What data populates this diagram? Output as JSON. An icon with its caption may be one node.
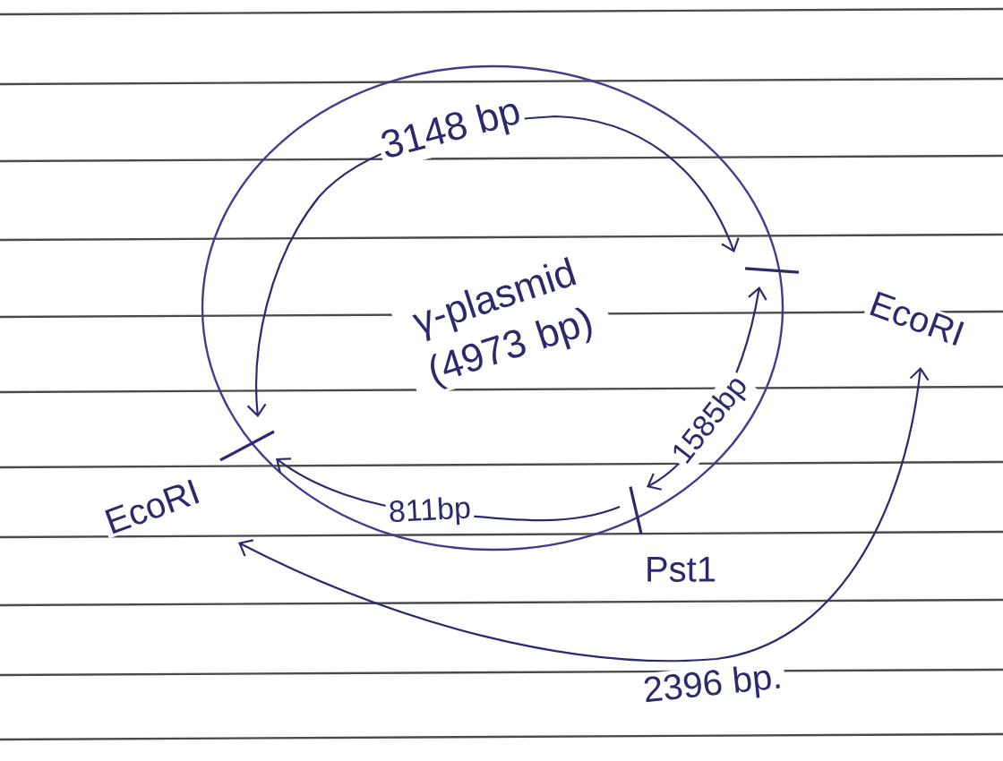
{
  "diagram": {
    "nodes": [
      {
        "text": [
          "EcoRI"
        ]
      },
      {
        "text": [
          "EcoRI"
        ]
      },
      {
        "text": [
          "Pst1"
        ]
      }
    ],
    "edges": [
      {
        "from": 0,
        "to": 1,
        "arrow": "both",
        "label": "3148 bp"
      },
      {
        "from": 2,
        "to": 1,
        "arrow": "to",
        "label": "811bp"
      },
      {
        "from": 2,
        "to": 0,
        "arrow": "both",
        "label": "1585bp"
      },
      {
        "from": 1,
        "to": 0,
        "arrow": "both",
        "label": "2396 bp."
      }
    ],
    "labels": [
      "γ-plasmid (4973 bp)"
    ]
  }
}
